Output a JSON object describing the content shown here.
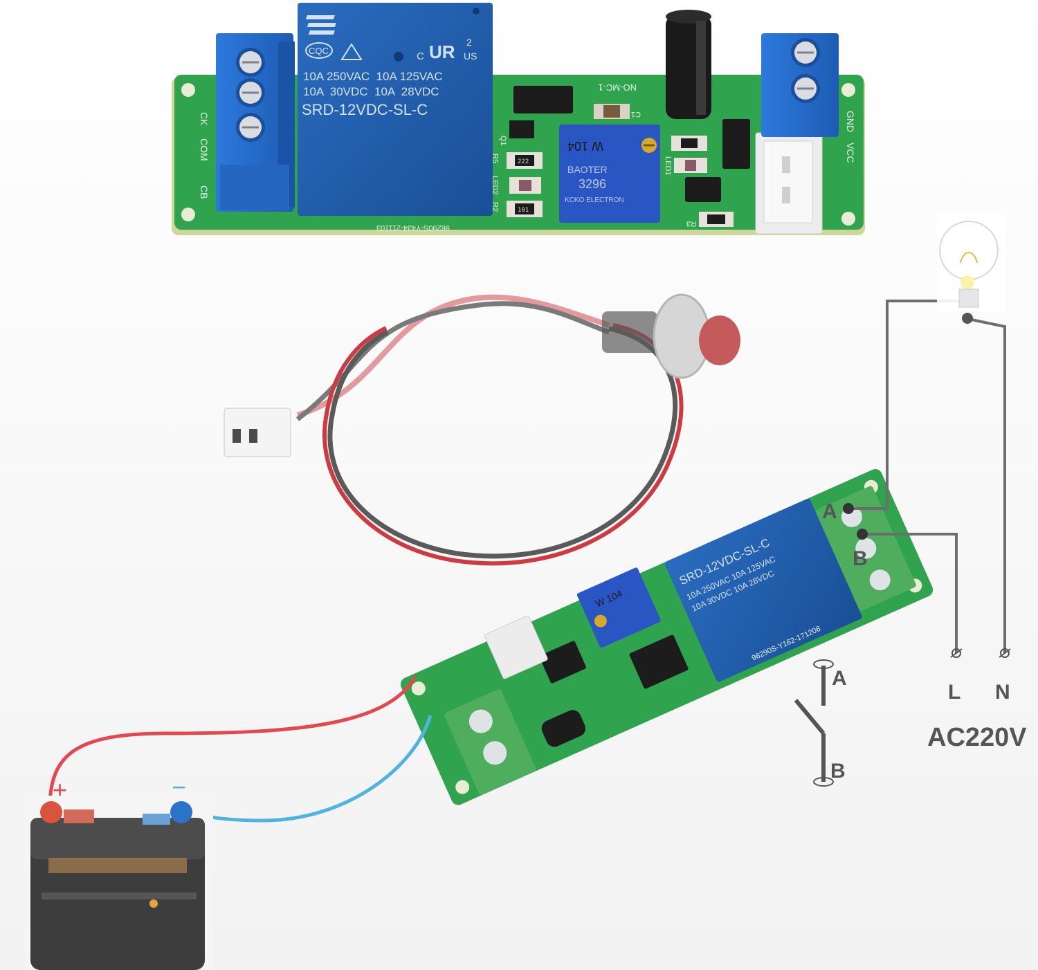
{
  "top_board": {
    "relay": {
      "line1": "10A 250VAC  10A 125VAC",
      "line2": "10A  30VDC  10A  28VDC",
      "model": "SRD-12VDC-SL-C",
      "cert_left": "CQC",
      "cert_right_c": "C",
      "cert_right_us": "US",
      "cert_num": "2"
    },
    "pot_text": "W 104",
    "pot_brand": "BAOTER",
    "pot_model": "3296",
    "pot_sub": "KCKO ELECTRON",
    "silkscreen": {
      "ck": "CK",
      "com": "COM",
      "cb": "CB",
      "gnd": "GND",
      "vcc": "VCC",
      "serial": "96290S-Y434-211103",
      "q1": "Q1",
      "r5": "R5",
      "led2": "LED2",
      "r2": "R2",
      "r3": "R3",
      "led1": "LED1",
      "c1": "C1",
      "mode": "NO-MC-1",
      "smd_a": "222",
      "smd_b": "101"
    }
  },
  "bottom_board": {
    "relay_model": "SRD-12VDC-SL-C",
    "relay_line1": "10A 250VAC 10A 125VAC",
    "relay_line2": "10A 30VDC 10A 28VDC",
    "pot_text": "W 104",
    "serial": "96290S-Y162-171206"
  },
  "labels": {
    "terminal_a": "A",
    "terminal_b": "B",
    "switch_a": "A",
    "switch_b": "B",
    "l": "L",
    "n": "N",
    "ac": "AC220V",
    "plus": "+",
    "minus": "−"
  },
  "colors": {
    "pcb": "#2e9e4a",
    "terminal": "#2467c8",
    "relay": "#1f5dab",
    "wire_red": "#e3484e",
    "wire_blue": "#4fb3df",
    "wire_gray": "#6d6d6d"
  }
}
